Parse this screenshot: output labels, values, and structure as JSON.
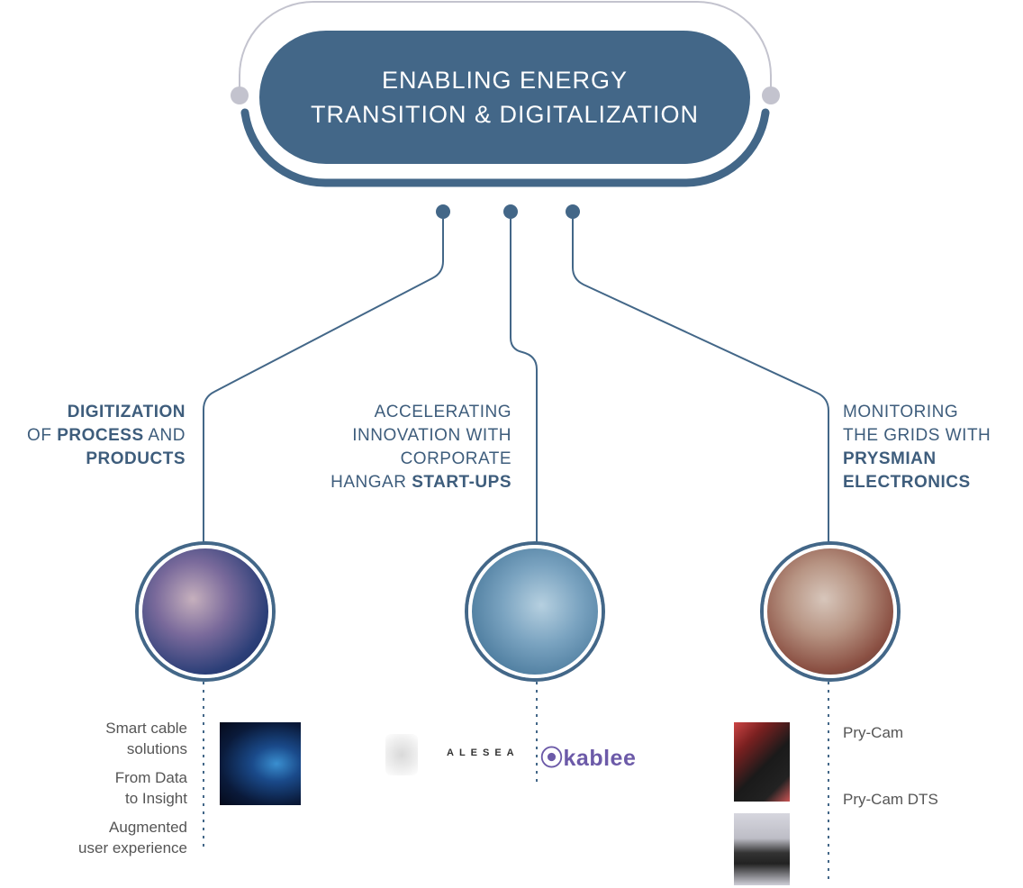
{
  "header": {
    "line1": "ENABLING ENERGY",
    "line2": "TRANSITION & DIGITALIZATION"
  },
  "branches": {
    "left": {
      "l1_bold": "DIGITIZATION",
      "l2_pre": "OF ",
      "l2_bold": "PROCESS",
      "l2_post": " AND",
      "l3_bold": "PRODUCTS"
    },
    "middle": {
      "l1": "ACCELERATING",
      "l2": "INNOVATION WITH",
      "l3": "CORPORATE",
      "l4_pre": "HANGAR ",
      "l4_bold": "START-UPS"
    },
    "right": {
      "l1": "MONITORING",
      "l2": "THE GRIDS WITH",
      "l3_bold": "PRYSMIAN",
      "l4_bold": "ELECTRONICS"
    }
  },
  "left_features": [
    {
      "line1": "Smart cable",
      "line2": "solutions"
    },
    {
      "line1": "From Data",
      "line2": "to Insight"
    },
    {
      "line1": "Augmented",
      "line2": "user experience"
    }
  ],
  "middle_logos": {
    "alesea": "ALESEA",
    "kablee": "kablee"
  },
  "right_features": [
    "Pry-Cam",
    "Pry-Cam DTS"
  ],
  "colors": {
    "accent": "#436788",
    "frame": "#c3c3ce",
    "text_dark": "#3e5d7c",
    "text_grey": "#555555"
  }
}
